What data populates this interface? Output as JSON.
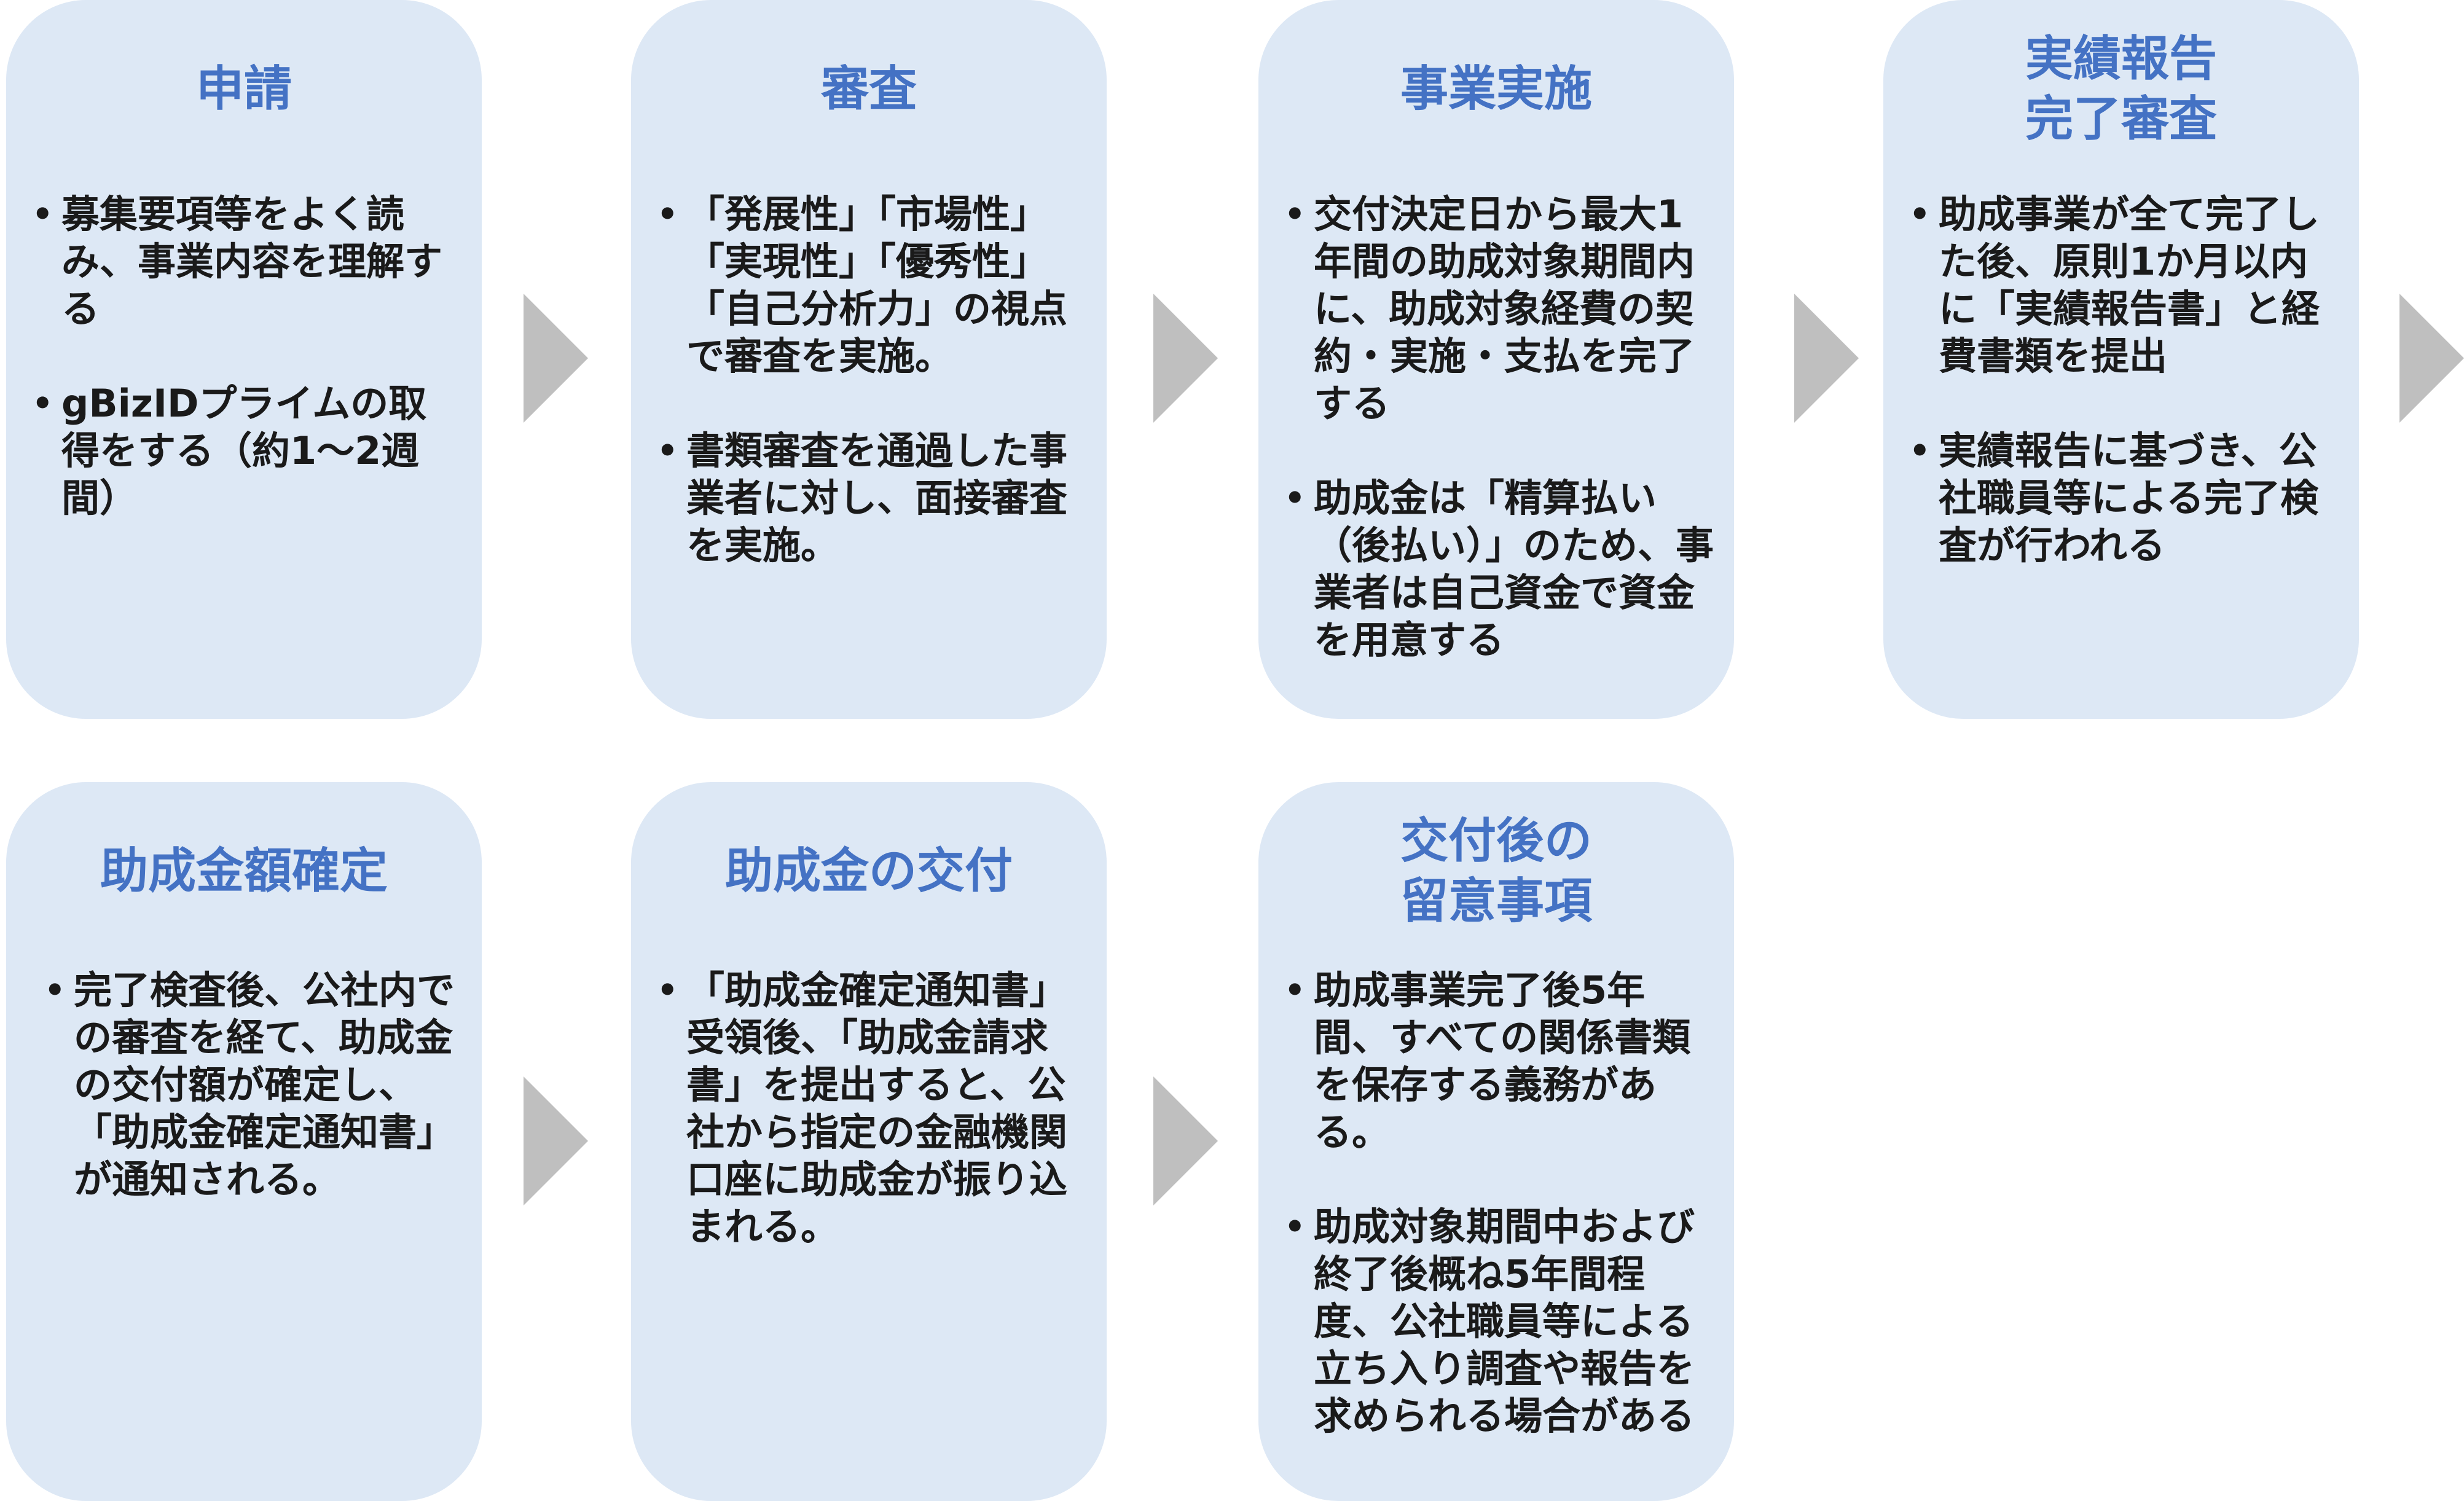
{
  "steps": [
    {
      "title": "申請",
      "bullets": [
        "募集要項等をよく読み、事業内容を理解する",
        "gBizIDプライムの取得をする（約1～2週間）"
      ]
    },
    {
      "title": "審査",
      "bullets": [
        "「発展性」「市場性」「実現性」「優秀性」「自己分析力」の視点で審査を実施。",
        "書類審査を通過した事業者に対し、面接審査を実施。"
      ]
    },
    {
      "title": "事業実施",
      "bullets": [
        "交付決定日から最大1年間の助成対象期間内に、助成対象経費の契約・実施・支払を完了する",
        "助成金は「精算払い（後払い）」のため、事業者は自己資金で資金を用意する"
      ]
    },
    {
      "title": "実績報告\n完了審査",
      "bullets": [
        "助成事業が全て完了した後、原則1か月以内に「実績報告書」と経費書類を提出",
        "実績報告に基づき、公社職員等による完了検査が行われる"
      ]
    },
    {
      "title": "助成金額確定",
      "bullets": [
        "完了検査後、公社内での審査を経て、助成金の交付額が確定し、「助成金確定通知書」が通知される。"
      ]
    },
    {
      "title": "助成金の交付",
      "bullets": [
        "「助成金確定通知書」受領後、「助成金請求書」を提出すると、公社から指定の金融機関口座に助成金が振り込まれる。"
      ]
    },
    {
      "title": "交付後の\n留意事項",
      "bullets": [
        "助成事業完了後5年間、すべての関係書類を保存する義務がある。",
        "助成対象期間中および終了後概ね5年間程度、公社職員等による立ち入り調査や報告を求められる場合がある"
      ]
    }
  ],
  "colors": {
    "card_bg": "#dde8f5",
    "title": "#4472c4",
    "text": "#1a1a1a",
    "arrow": "#bfbfbf"
  }
}
